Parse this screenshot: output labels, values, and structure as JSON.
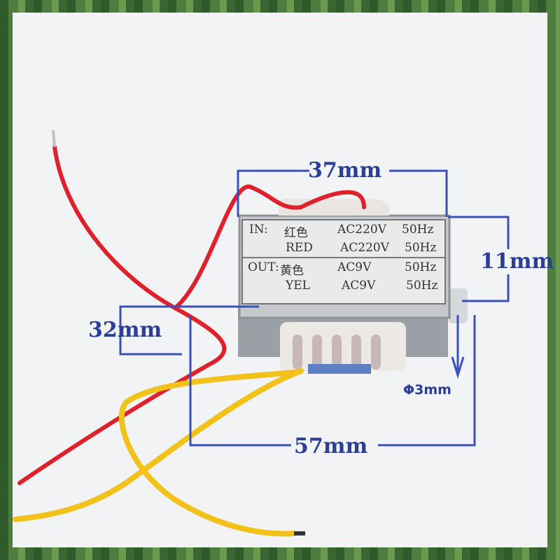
{
  "label_plate": {
    "in_prefix": "IN:",
    "in_color_cn": "红色",
    "in_voltage": "AC220V",
    "in_freq": "50Hz",
    "in_color_en": "RED",
    "in_voltage_2": "AC220V",
    "in_freq_2": "50Hz",
    "out_prefix": "OUT:",
    "out_color_cn": "黄色",
    "out_voltage": "AC9V",
    "out_freq": "50Hz",
    "out_color_en": "YEL",
    "out_voltage_2": "AC9V",
    "out_freq_2": "50Hz"
  },
  "dimensions": {
    "width_top": "37mm",
    "height_right": "11mm",
    "depth_left": "32mm",
    "length_bottom": "57mm",
    "hole_diameter": "Φ3mm"
  },
  "colors": {
    "dimension_lines": "#3b4fb8",
    "wire_red": "#e0202a",
    "wire_yellow": "#f2c21a"
  }
}
